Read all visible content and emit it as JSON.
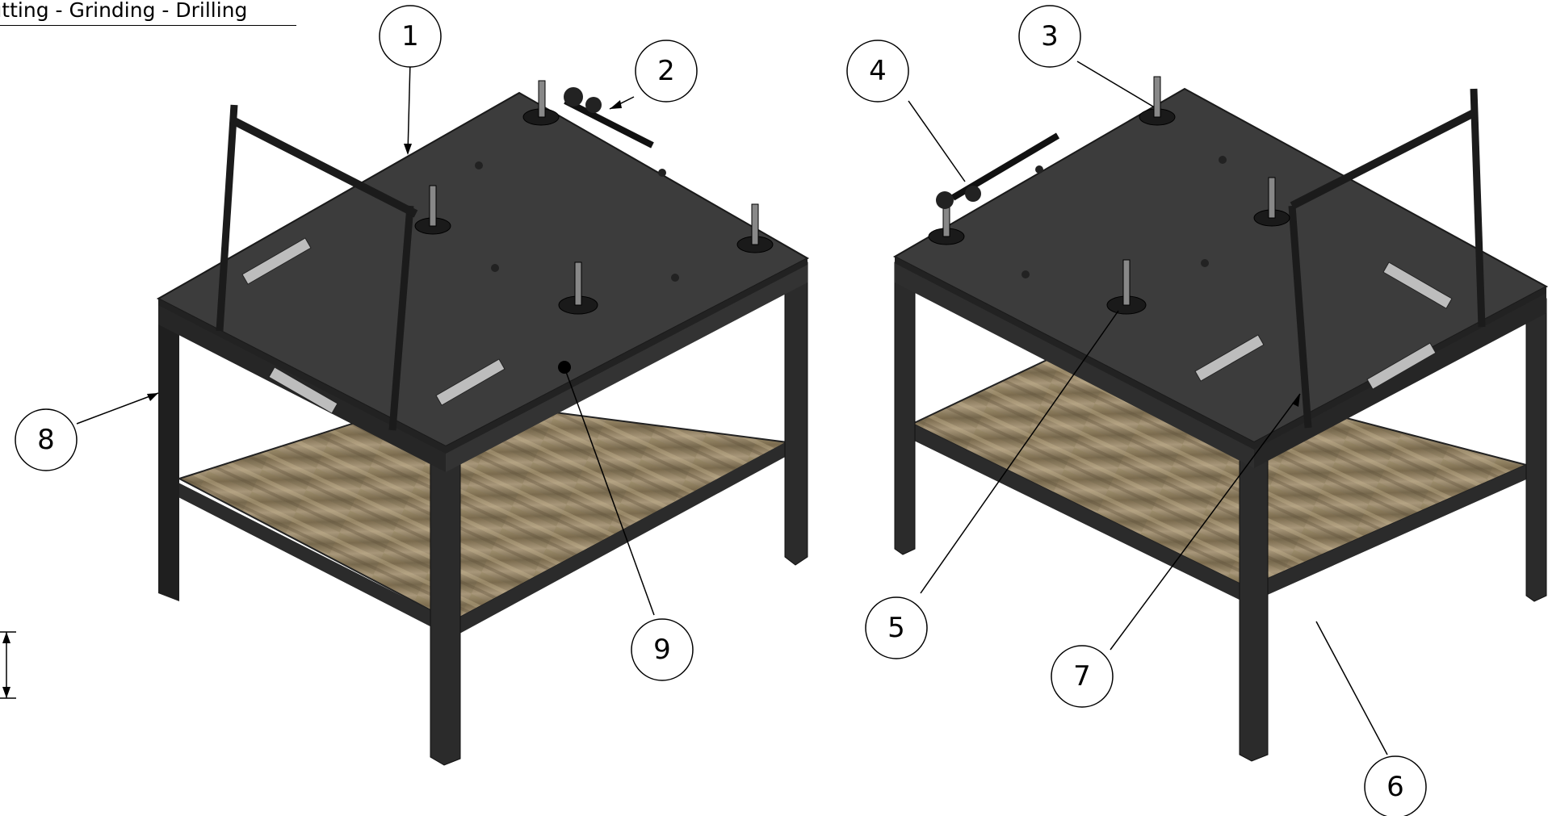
{
  "caption": "Cutting - Grinding - Drilling",
  "balloons": [
    "1",
    "2",
    "3",
    "4",
    "5",
    "6",
    "7",
    "8",
    "9"
  ],
  "colors": {
    "tabletop": "#3c3c3c",
    "tabletop_edge": "#2a2a2a",
    "frame": "#2b2b2b",
    "shelf_light": "#9a8a6a",
    "shelf_dark": "#6e5f45",
    "line": "#000000"
  }
}
